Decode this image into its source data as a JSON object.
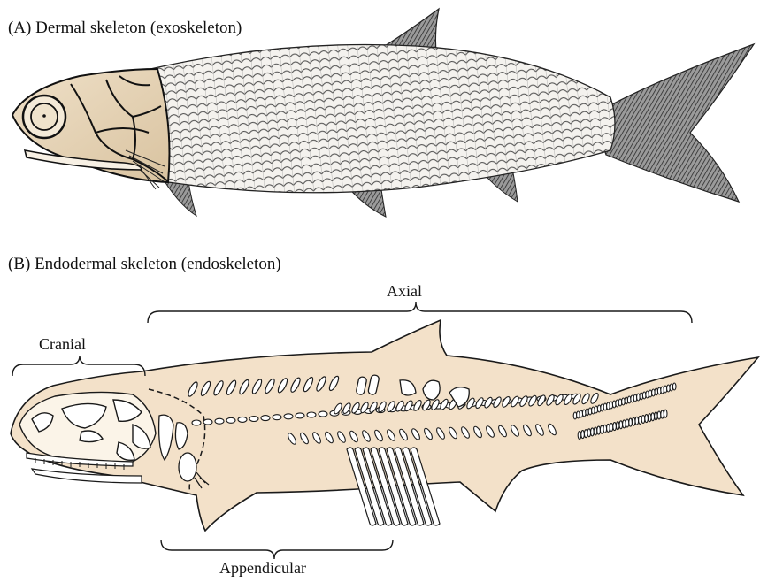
{
  "panel_a": {
    "caption": "(A)  Dermal skeleton (exoskeleton)"
  },
  "panel_b": {
    "caption": "(B)  Endodermal skeleton (endoskeleton)",
    "labels": {
      "axial": "Axial",
      "cranial": "Cranial",
      "appendicular": "Appendicular"
    }
  },
  "colors": {
    "body_fill": "#f3e1c9",
    "head_fill": "#e6d2b4",
    "outline": "#1a1a1a",
    "scale_line": "#555555",
    "fin_dark": "#3a3a3a"
  }
}
